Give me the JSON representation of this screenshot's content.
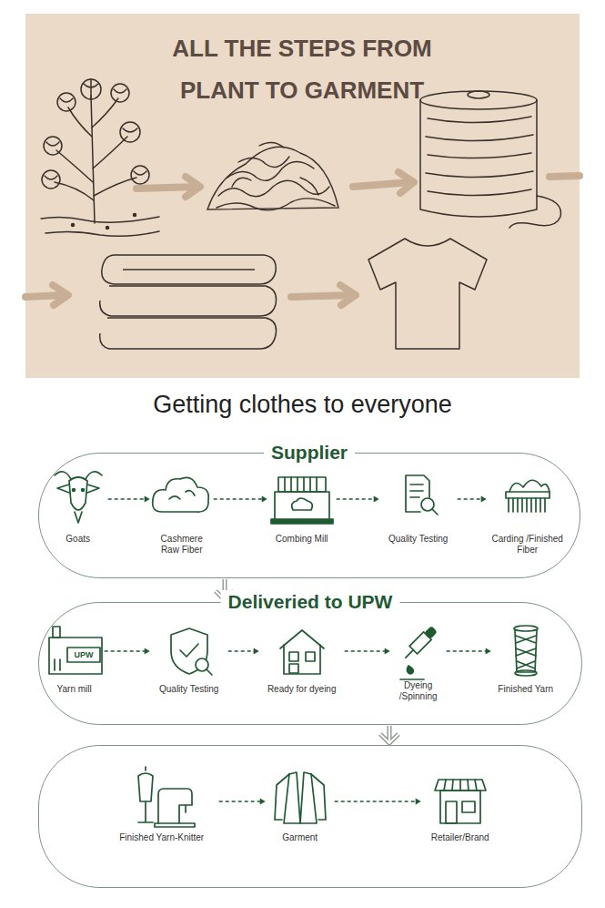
{
  "diagram": {
    "title": "ALL THE STEPS FROM PLANT TO GARMENT",
    "nodes": [
      {
        "text": [
          "Supplier"
        ]
      },
      {
        "text": [
          "Goats"
        ],
        "in": 0
      },
      {
        "text": [
          "Cashmere Raw Fiber"
        ],
        "in": 0
      },
      {
        "text": [
          "Combing Mill"
        ],
        "in": 0
      },
      {
        "text": [
          "Quality Testing"
        ],
        "in": 0
      },
      {
        "text": [
          "Carding /Finished Fiber"
        ],
        "in": 0
      },
      {
        "text": [
          "Deliveried to UPW"
        ]
      },
      {
        "text": [
          "Yarn mill"
        ],
        "in": 6
      },
      {
        "text": [
          "Quality Testing"
        ],
        "in": 6
      },
      {
        "text": [
          "Ready for dyeing"
        ],
        "in": 6
      },
      {
        "text": [
          "Dyeing /Spinning"
        ],
        "in": 6
      },
      {
        "text": [
          "Finished Yarn"
        ],
        "in": 6
      },
      {
        "text": []
      },
      {
        "text": [
          "Finished Yarn-Knitter"
        ],
        "in": 12
      },
      {
        "text": [
          "Garment"
        ],
        "in": 12
      },
      {
        "text": [
          "Retailer/Brand"
        ],
        "in": 12
      }
    ],
    "edges": [
      {
        "from": 1,
        "to": 2,
        "arrow": "to"
      },
      {
        "from": 2,
        "to": 3,
        "arrow": "to"
      },
      {
        "from": 3,
        "to": 4,
        "arrow": "to"
      },
      {
        "from": 4,
        "to": 5,
        "arrow": "to"
      },
      {
        "from": 0,
        "to": 6,
        "arrow": "to"
      },
      {
        "from": 7,
        "to": 8,
        "arrow": "to"
      },
      {
        "from": 8,
        "to": 9,
        "arrow": "to"
      },
      {
        "from": 9,
        "to": 10,
        "arrow": "to"
      },
      {
        "from": 10,
        "to": 11,
        "arrow": "to"
      },
      {
        "from": 6,
        "to": 12,
        "arrow": "to"
      },
      {
        "from": 13,
        "to": 14,
        "arrow": "to"
      },
      {
        "from": 14,
        "to": 15,
        "arrow": "to"
      }
    ],
    "labels": [
      "Getting clothes to everyone",
      "UPW"
    ]
  }
}
